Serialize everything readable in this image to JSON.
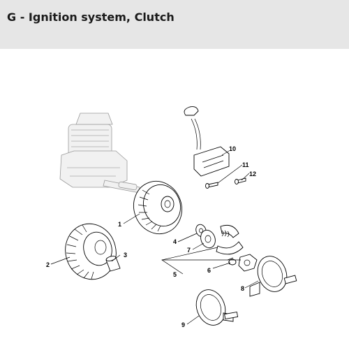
{
  "header": {
    "title": "G - Ignition system, Clutch"
  },
  "diagram": {
    "callouts": [
      {
        "id": "1",
        "label": "1"
      },
      {
        "id": "2",
        "label": "2"
      },
      {
        "id": "3",
        "label": "3"
      },
      {
        "id": "4",
        "label": "4"
      },
      {
        "id": "5",
        "label": "5"
      },
      {
        "id": "6",
        "label": "6"
      },
      {
        "id": "7",
        "label": "7"
      },
      {
        "id": "8",
        "label": "8"
      },
      {
        "id": "9",
        "label": "9"
      },
      {
        "id": "10",
        "label": "10"
      },
      {
        "id": "11",
        "label": "11"
      },
      {
        "id": "12",
        "label": "12"
      }
    ]
  }
}
